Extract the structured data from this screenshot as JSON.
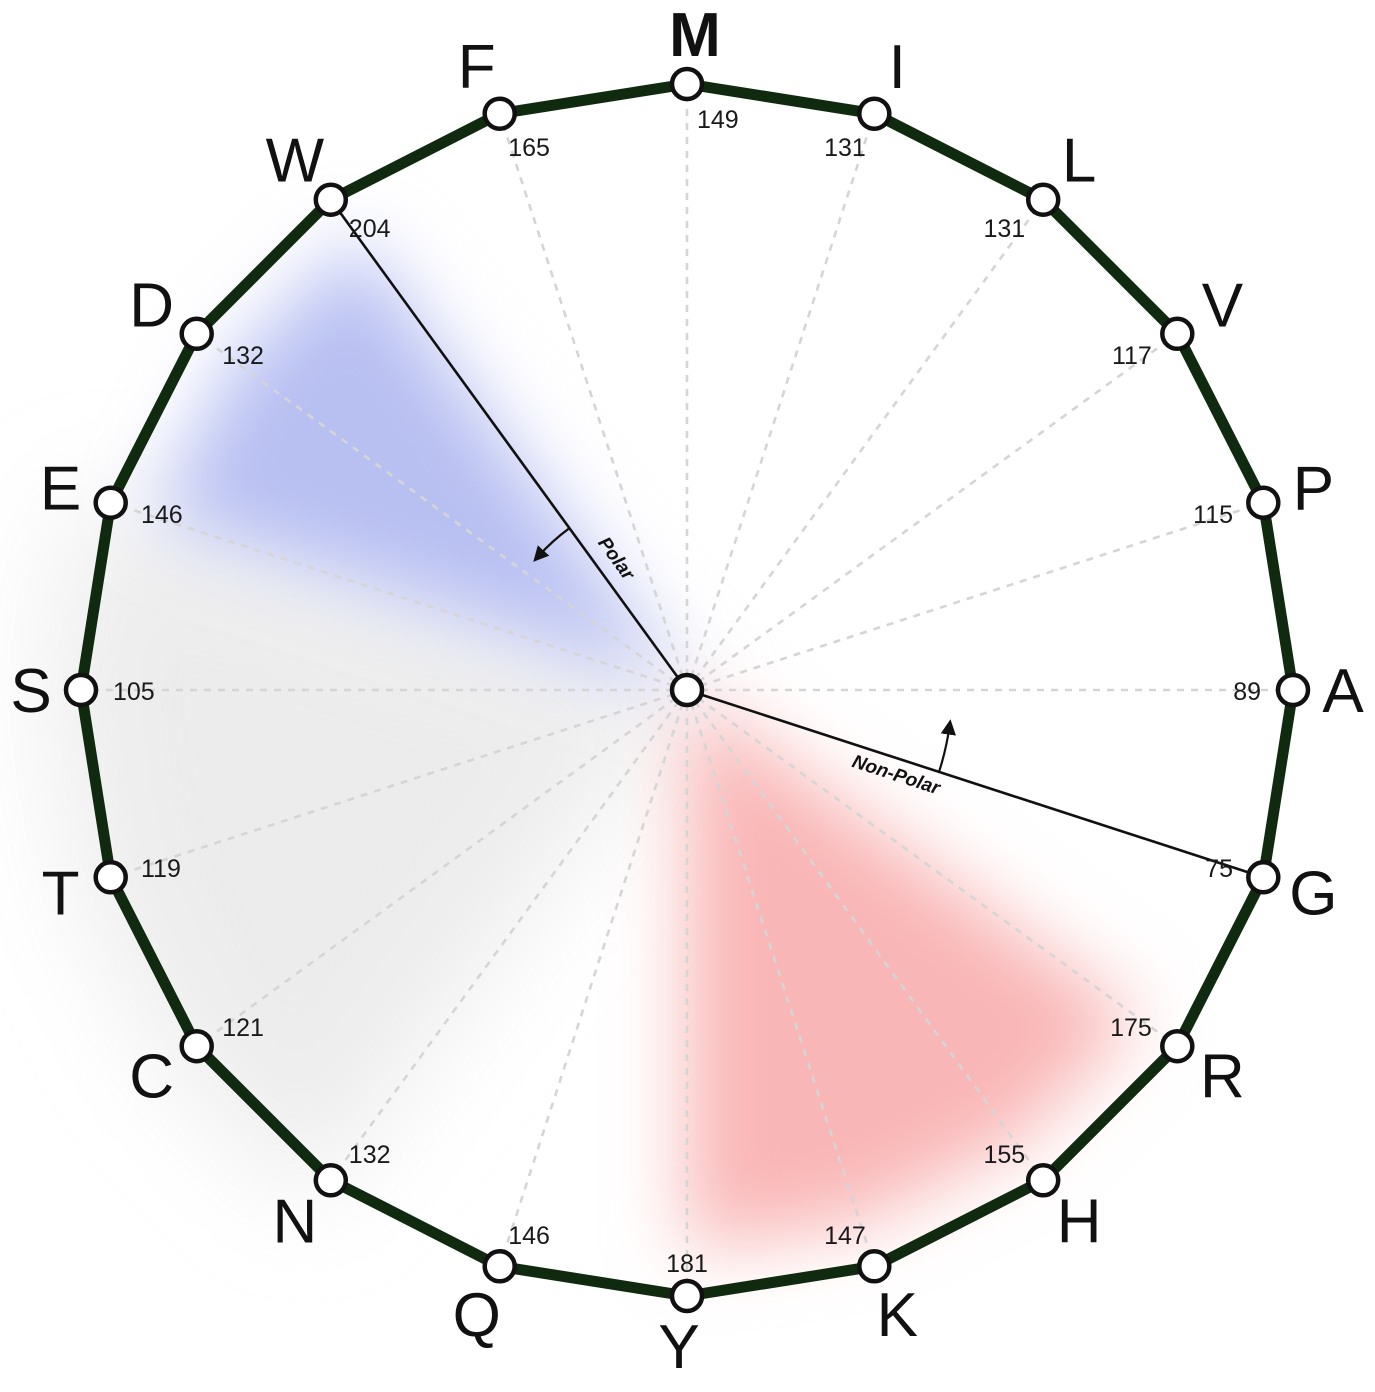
{
  "diagram": {
    "nodes": [
      {
        "letter": "M",
        "mass": "149",
        "bold": true
      },
      {
        "letter": "I",
        "mass": "131"
      },
      {
        "letter": "L",
        "mass": "131"
      },
      {
        "letter": "V",
        "mass": "117"
      },
      {
        "letter": "P",
        "mass": "115"
      },
      {
        "letter": "A",
        "mass": "89"
      },
      {
        "letter": "G",
        "mass": "75"
      },
      {
        "letter": "R",
        "mass": "175"
      },
      {
        "letter": "H",
        "mass": "155"
      },
      {
        "letter": "K",
        "mass": "147"
      },
      {
        "letter": "Y",
        "mass": "181"
      },
      {
        "letter": "Q",
        "mass": "146"
      },
      {
        "letter": "N",
        "mass": "132"
      },
      {
        "letter": "C",
        "mass": "121"
      },
      {
        "letter": "T",
        "mass": "119"
      },
      {
        "letter": "S",
        "mass": "105"
      },
      {
        "letter": "E",
        "mass": "146"
      },
      {
        "letter": "D",
        "mass": "132"
      },
      {
        "letter": "W",
        "mass": "204"
      },
      {
        "letter": "F",
        "mass": "165"
      }
    ],
    "polar_label": "Polar",
    "nonpolar_label": "Non-Polar",
    "colors": {
      "ring": "#102a10",
      "polar_region": "#b8c0f2",
      "nonpolar_region": "#f9b6b6",
      "neutral_region": "#e9e9e9",
      "spoke": "#d5d5d5"
    }
  }
}
